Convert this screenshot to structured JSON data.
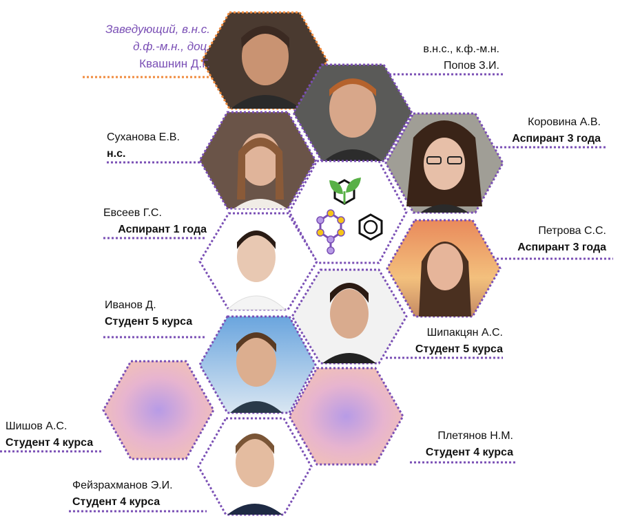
{
  "colors": {
    "accent_purple": "#7a4fb5",
    "accent_orange": "#f08a3c",
    "leaf_green": "#58b046",
    "atom_yellow": "#f5c518"
  },
  "head": {
    "line1": "Заведующий, в.н.с.",
    "line2": "д.ф.-м.н., доц.",
    "line3": "Квашнин Д.Г."
  },
  "people": {
    "popov": {
      "role": "в.н.с., к.ф.-м.н.",
      "name": "Попов З.И."
    },
    "korovina": {
      "name": "Коровина А.В.",
      "role": "Аспирант 3 года"
    },
    "suhanova": {
      "name": "Суханова Е.В.",
      "role": "н.с."
    },
    "evseev": {
      "name": "Евсеев Г.С.",
      "role": "Аспирант 1 года"
    },
    "petrova": {
      "name": "Петрова С.С.",
      "role": "Аспирант 3 года"
    },
    "ivanov": {
      "name": "Иванов Д.",
      "role": "Студент 5 курса"
    },
    "shipak": {
      "name": "Шипакцян А.С.",
      "role": "Студент 5 курса"
    },
    "shishov": {
      "name": "Шишов А.С.",
      "role": "Студент 4 курса"
    },
    "pletyanov": {
      "name": "Плетянов Н.М.",
      "role": "Студент 4 курса"
    },
    "feyz": {
      "name": "Фейзрахманов Э.И.",
      "role": "Студент 4 курса"
    }
  }
}
